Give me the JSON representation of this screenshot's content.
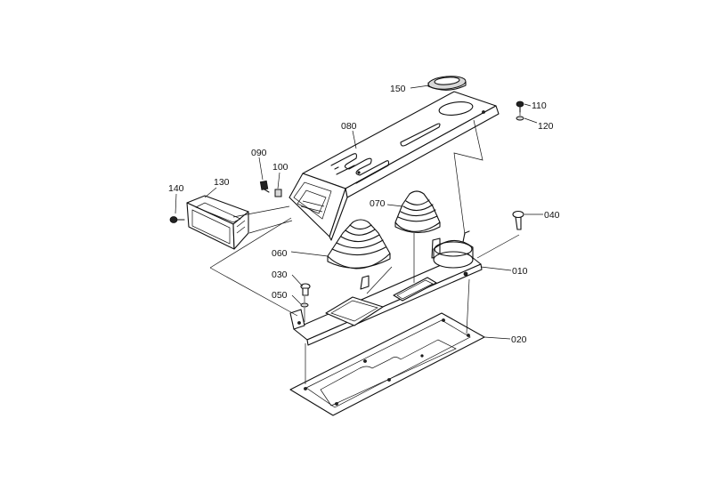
{
  "parts": [
    {
      "id": "p010",
      "number": "010"
    },
    {
      "id": "p020",
      "number": "020"
    },
    {
      "id": "p030",
      "number": "030"
    },
    {
      "id": "p040",
      "number": "040"
    },
    {
      "id": "p050",
      "number": "050"
    },
    {
      "id": "p060",
      "number": "060"
    },
    {
      "id": "p070",
      "number": "070"
    },
    {
      "id": "p080",
      "number": "080"
    },
    {
      "id": "p090",
      "number": "090"
    },
    {
      "id": "p100",
      "number": "100"
    },
    {
      "id": "p110",
      "number": "110"
    },
    {
      "id": "p120",
      "number": "120"
    },
    {
      "id": "p130",
      "number": "130"
    },
    {
      "id": "p140",
      "number": "140"
    },
    {
      "id": "p150",
      "number": "150"
    }
  ]
}
